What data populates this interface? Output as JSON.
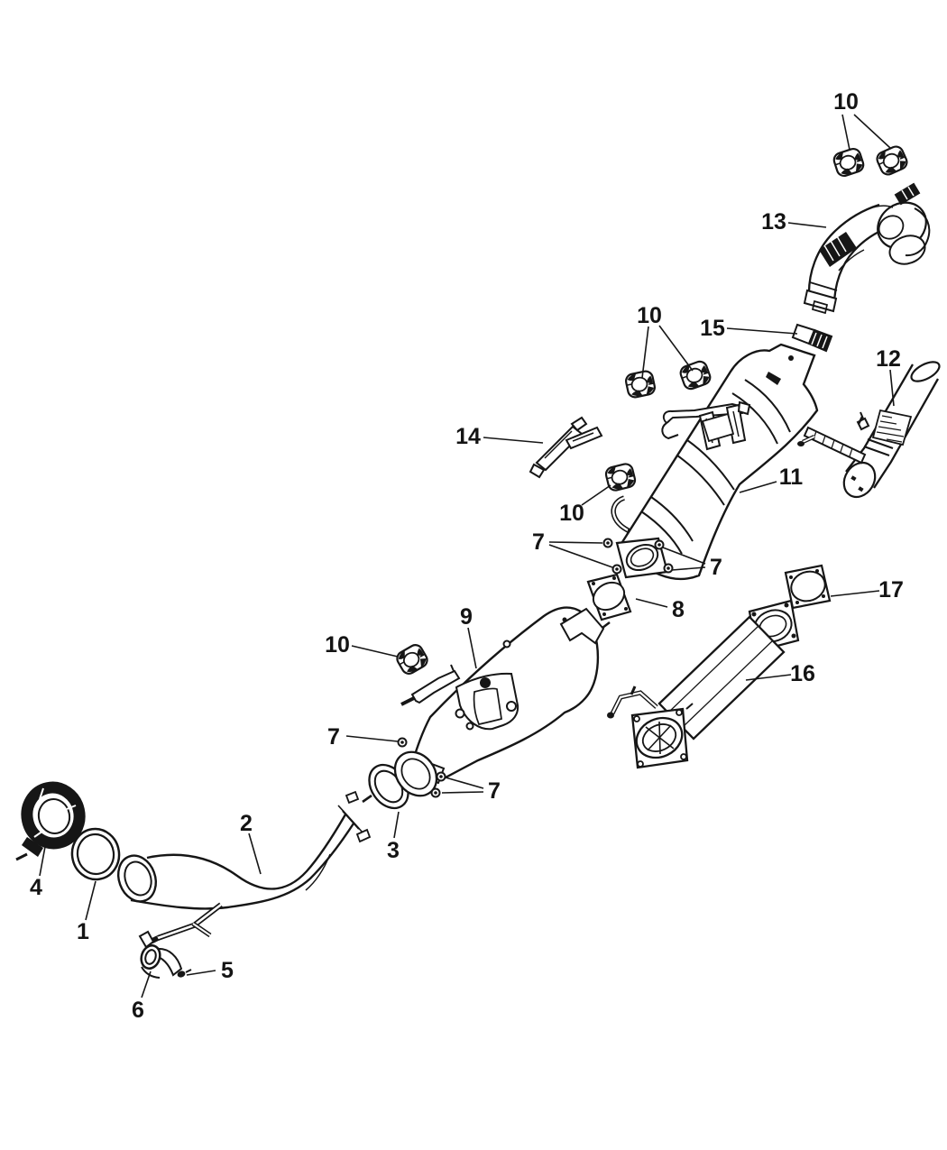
{
  "diagram": {
    "type": "exploded-parts-diagram",
    "background": "#ffffff",
    "line_color": "#161616",
    "unique_part_numbers": [
      "1",
      "2",
      "3",
      "4",
      "5",
      "6",
      "7",
      "8",
      "9",
      "10",
      "11",
      "12",
      "13",
      "14",
      "15",
      "16",
      "17"
    ],
    "callouts": [
      {
        "label": "10"
      },
      {
        "label": "13"
      },
      {
        "label": "10"
      },
      {
        "label": "15"
      },
      {
        "label": "12"
      },
      {
        "label": "11"
      },
      {
        "label": "14"
      },
      {
        "label": "10"
      },
      {
        "label": "7"
      },
      {
        "label": "7"
      },
      {
        "label": "8"
      },
      {
        "label": "17"
      },
      {
        "label": "9"
      },
      {
        "label": "10"
      },
      {
        "label": "16"
      },
      {
        "label": "7"
      },
      {
        "label": "7"
      },
      {
        "label": "2"
      },
      {
        "label": "3"
      },
      {
        "label": "4"
      },
      {
        "label": "1"
      },
      {
        "label": "5"
      },
      {
        "label": "6"
      }
    ]
  }
}
